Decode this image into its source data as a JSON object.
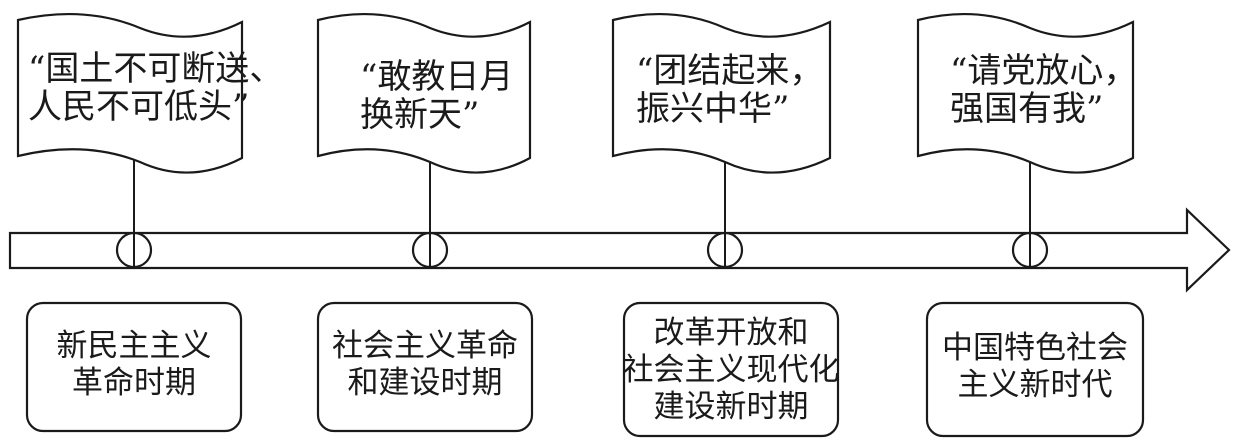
{
  "periods": [
    {
      "slogan": [
        "“国土不可断送、",
        "人民不可低头”"
      ],
      "period": [
        "新民主主义",
        "革命时期"
      ]
    },
    {
      "slogan": [
        "“敢教日月",
        "换新天”"
      ],
      "period": [
        "社会主义革命",
        "和建设时期"
      ]
    },
    {
      "slogan": [
        "“团结起来，",
        "振兴中华”"
      ],
      "period": [
        "改革开放和",
        "社会主义现代化",
        "建设新时期"
      ]
    },
    {
      "slogan": [
        "“请党放心，",
        "强国有我”"
      ],
      "period": [
        "中国特色社会",
        "主义新时代"
      ]
    }
  ]
}
